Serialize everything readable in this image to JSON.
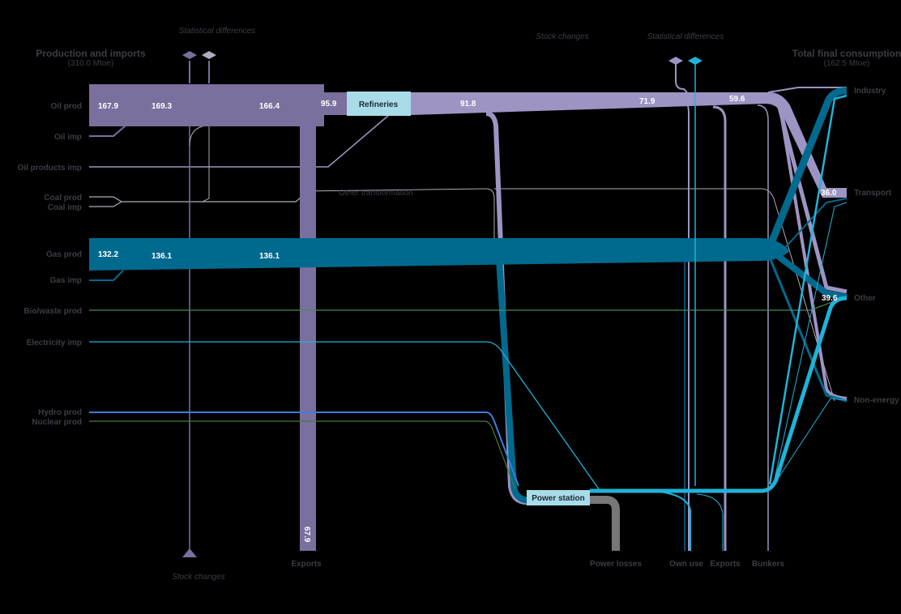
{
  "colors": {
    "oil": "#7b6f9e",
    "oil_products": "#9d94c3",
    "gas": "#006a8e",
    "electricity": "#1fb3d9",
    "hydro": "#3a7ee0",
    "bio": "#4a8a58",
    "nuclear": "#4a7a3f",
    "coal": "#b0acb8",
    "losses": "#777777",
    "box_fill": "#a8dce8"
  },
  "header": {
    "left_title": "Production and imports",
    "left_subtitle": "(310.0 Mtoe)",
    "right_title": "Total final consumption",
    "right_subtitle": "(162.5 Mtoe)"
  },
  "annotations": {
    "stat_diff_left": "Statistical differences",
    "stock_changes_bottom": "Stock changes",
    "stock_changes_top": "Stock  changes",
    "stat_diff_right": "Statistical differences",
    "other_transformation": "Other transformation"
  },
  "sources": [
    "Oil prod",
    "Oil imp",
    "Oil products imp",
    "Coal prod",
    "Coal imp",
    "Gas prod",
    "Gas imp",
    "Bio/waste prod",
    "Electricity imp",
    "Hydro prod",
    "Nuclear prod"
  ],
  "consumption": [
    "Industry",
    "Transport",
    "Other",
    "Non-energy"
  ],
  "boxes": {
    "refineries": "Refineries",
    "power_station": "Power station"
  },
  "bottom_labels": {
    "exports_left": "Exports",
    "power_losses": "Power losses",
    "own_use": "Own use",
    "exports_right": "Exports",
    "bunkers": "Bunkers"
  },
  "values": {
    "oil_prod": "167.9",
    "oil_after_stat": "169.3",
    "oil_after_stock": "166.4",
    "refinery_input": "95.9",
    "refinery_output": "91.8",
    "oil_products_after_own": "71.9",
    "oil_products_after_bunkers": "59.6",
    "oil_exports": "67.9",
    "gas_prod": "132.2",
    "gas_after_stat": "136.1",
    "gas_after_stock": "136.1",
    "transport_total": "36.0",
    "other_total": "39.6"
  }
}
